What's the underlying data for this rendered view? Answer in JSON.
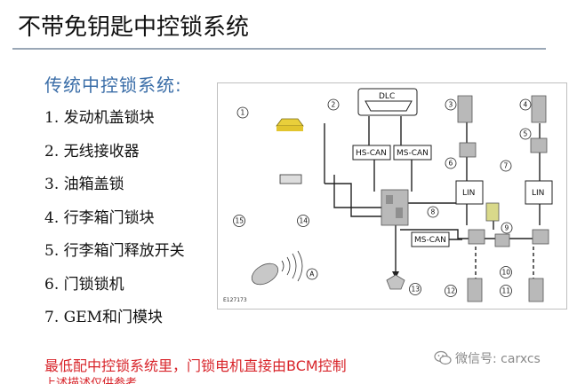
{
  "slide": {
    "title": "不带免钥匙中控锁系统",
    "subtitle": "传统中控锁系统:",
    "items": [
      "1. 发动机盖锁块",
      "2. 无线接收器",
      "3. 油箱盖锁",
      "4. 行李箱门锁块",
      "5. 行李箱门释放开关",
      "6. 门锁锁机",
      "7. GEM和门模块"
    ],
    "note": "最低配中控锁系统里，门锁电机直接由BCM控制",
    "note_cut": "上述描述仅供参考"
  },
  "diagram": {
    "dlc": "DLC",
    "hs_can": "HS-CAN",
    "ms_can_top": "MS-CAN",
    "ms_can_mid": "MS-CAN",
    "lin_left": "LIN",
    "lin_right": "LIN",
    "figure_id": "E127173",
    "callouts": [
      "1",
      "2",
      "3",
      "4",
      "5",
      "6",
      "7",
      "8",
      "9",
      "10",
      "11",
      "12",
      "13",
      "14",
      "15",
      "A"
    ]
  },
  "watermark": {
    "text": "微信号: carxcs",
    "icon": "wechat-icon"
  }
}
